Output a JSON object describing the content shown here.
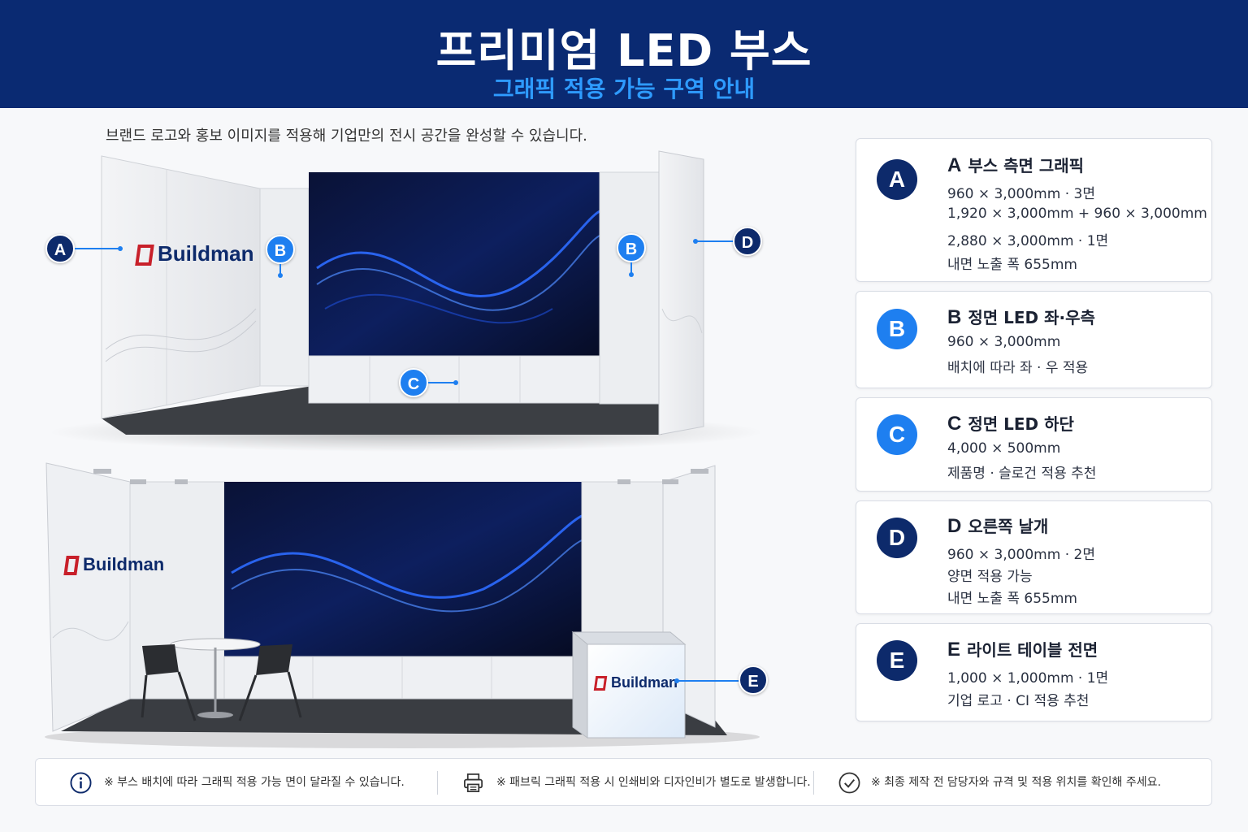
{
  "header": {
    "title": "프리미엄 LED 부스",
    "subtitle": "그래픽 적용 가능 구역 안내"
  },
  "intro": "브랜드 로고와 홍보 이미지를 적용해 기업만의 전시 공간을 완성할 수 있습니다.",
  "brand": {
    "logo_text": "Buildman"
  },
  "markers": {
    "a": "A",
    "b": "B",
    "c": "C",
    "d": "D",
    "e": "E"
  },
  "cards": [
    {
      "letter": "A",
      "title": "부스 측면 그래픽",
      "lines": [
        "960 × 3,000mm · 3면",
        "1,920 × 3,000mm + 960 × 3,000mm",
        "2,880 × 3,000mm · 1면",
        "내면 노출 폭 655mm"
      ]
    },
    {
      "letter": "B",
      "title": "정면 LED 좌·우측",
      "lines": [
        "960 × 3,000mm",
        "배치에 따라 좌 · 우 적용"
      ]
    },
    {
      "letter": "C",
      "title": "정면 LED 하단",
      "lines": [
        "4,000 × 500mm",
        "제품명 · 슬로건 적용 추천"
      ]
    },
    {
      "letter": "D",
      "title": "오른쪽 날개",
      "lines": [
        "960 × 3,000mm · 2면",
        "양면 적용 가능",
        "내면 노출 폭 655mm"
      ]
    },
    {
      "letter": "E",
      "title": "라이트 테이블 전면",
      "lines": [
        "1,000 × 1,000mm · 1면",
        "기업 로고 · CI 적용 추천"
      ]
    }
  ],
  "footer": {
    "note1": "※ 부스 배치에 따라 그래픽 적용 가능 면이 달라질 수 있습니다.",
    "note2": "※ 패브릭 그래픽 적용 시 인쇄비와 디자인비가 별도로 발생합니다.",
    "note3": "※ 최종 제작 전 담당자와 규격 및 적용 위치를 확인해 주세요."
  },
  "colors": {
    "navy": "#0a2a72",
    "accent_blue": "#1e7ff0",
    "subtitle_blue": "#2e9bff",
    "logo_red": "#c8202a"
  },
  "icons": [
    "info-icon",
    "printer-icon",
    "check-circle-icon"
  ]
}
